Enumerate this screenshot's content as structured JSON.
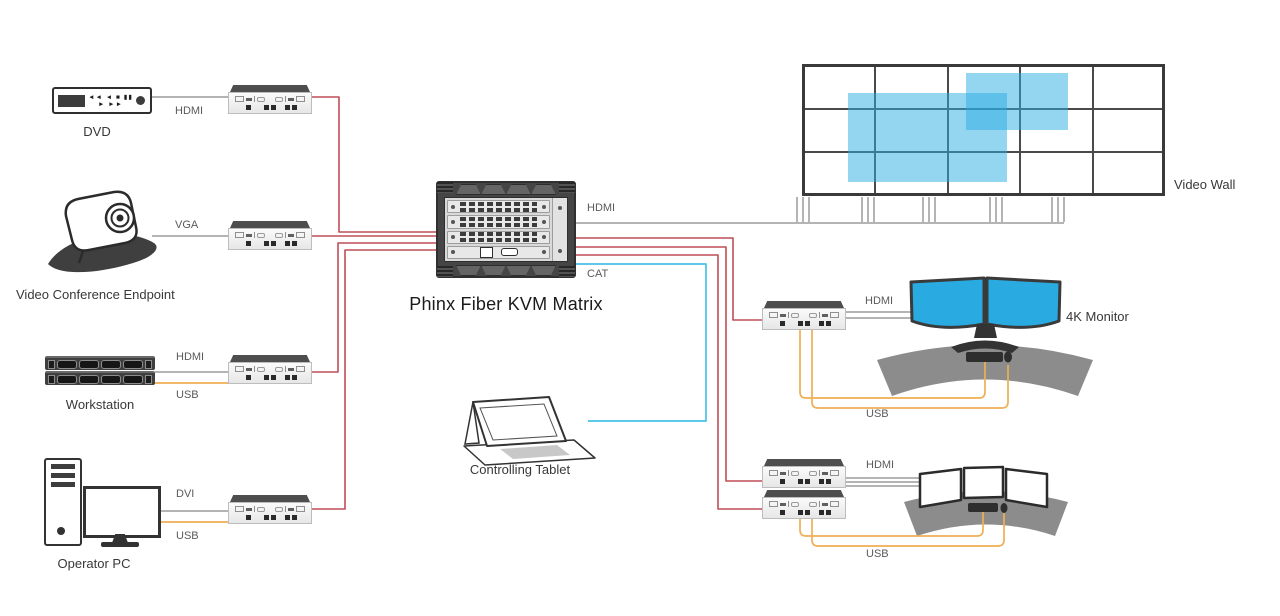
{
  "colors": {
    "fiber": "#BF4E56",
    "usb": "#F0AE55",
    "cat": "#48C1EA",
    "cable": "#9B9B9B",
    "screen": "#29ABE2",
    "desk": "#8C8C8C"
  },
  "matrix": {
    "label": "Phinx Fiber KVM Matrix",
    "video_out": "HDMI",
    "control": "CAT"
  },
  "sources": {
    "dvd": {
      "label": "DVD",
      "video": "HDMI"
    },
    "video_conference": {
      "label": "Video Conference Endpoint",
      "video": "VGA"
    },
    "workstation": {
      "label": "Workstation",
      "video": "HDMI",
      "usb": "USB"
    },
    "operator_pc": {
      "label": "Operator PC",
      "video": "DVI",
      "usb": "USB"
    }
  },
  "outputs": {
    "video_wall": {
      "label": "Video Wall"
    },
    "monitor_4k": {
      "label": "4K Monitor",
      "video": "HDMI",
      "usb": "USB"
    },
    "multi_display": {
      "video": "HDMI",
      "usb": "USB"
    },
    "tablet": {
      "label": "Controlling Tablet"
    }
  }
}
